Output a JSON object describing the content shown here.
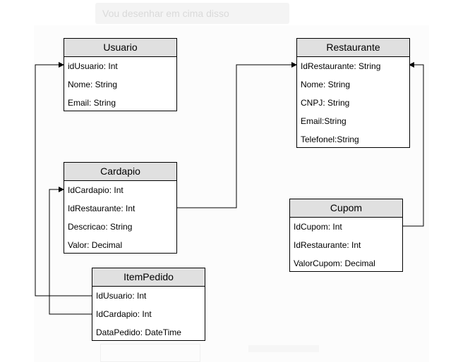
{
  "background": {
    "prompt_text": "Vou desenhar em cima disso"
  },
  "entities": {
    "usuario": {
      "title": "Usuario",
      "fields": [
        "idUsuario: Int",
        "Nome: String",
        "Email: String"
      ]
    },
    "restaurante": {
      "title": "Restaurante",
      "fields": [
        "IdRestaurante: String",
        "Nome: String",
        "CNPJ: String",
        "Email:String",
        "Telefonel:String"
      ]
    },
    "cardapio": {
      "title": "Cardapio",
      "fields": [
        "IdCardapio: Int",
        "IdRestaurante: Int",
        "Descricao: String",
        "Valor: Decimal"
      ]
    },
    "cupom": {
      "title": "Cupom",
      "fields": [
        "IdCupom: Int",
        "IdRestaurante: Int",
        "ValorCupom: Decimal"
      ]
    },
    "itempedido": {
      "title": "ItemPedido",
      "fields": [
        "IdUsuario: Int",
        "IdCardapio: Int",
        "DataPedido: DateTime"
      ]
    }
  },
  "colors": {
    "header_fill": "#e0e0e0",
    "border": "#000000",
    "connector": "#000000"
  },
  "relationships": [
    {
      "from": "ItemPedido.IdUsuario",
      "to": "Usuario.idUsuario"
    },
    {
      "from": "ItemPedido.IdCardapio",
      "to": "Cardapio.IdCardapio"
    },
    {
      "from": "Cardapio.IdRestaurante",
      "to": "Restaurante.IdRestaurante"
    },
    {
      "from": "Cupom.IdCupom",
      "to": "Restaurante.IdRestaurante"
    }
  ]
}
